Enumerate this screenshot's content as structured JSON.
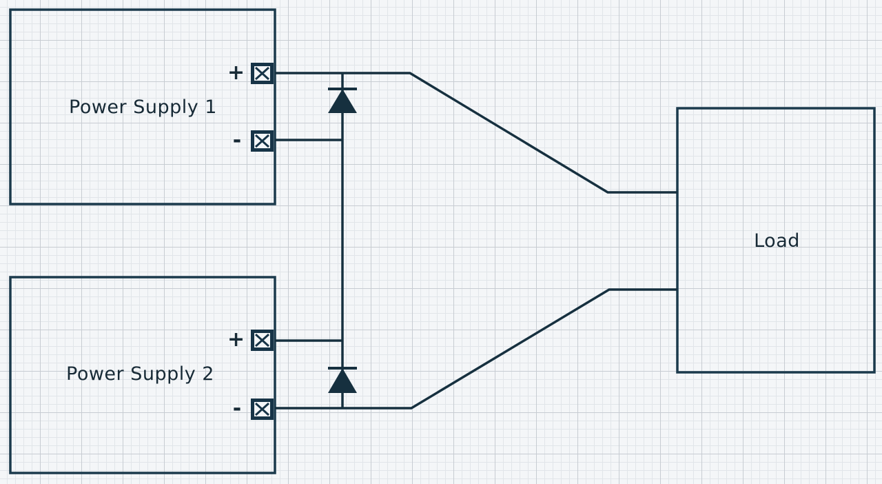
{
  "diagram": {
    "blocks": {
      "supply1": {
        "label": "Power Supply 1"
      },
      "supply2": {
        "label": "Power Supply 2"
      },
      "load": {
        "label": "Load"
      }
    },
    "terminals": {
      "supply1_plus": "+",
      "supply1_minus": "-",
      "supply2_plus": "+",
      "supply2_minus": "-"
    },
    "colors": {
      "line": "#16303f",
      "block_border": "#1b3a4c",
      "terminal_fill": "#173447",
      "grid_major": "#c7ccd2",
      "grid_minor": "#e1e5e9",
      "background": "#f4f6f8"
    }
  }
}
